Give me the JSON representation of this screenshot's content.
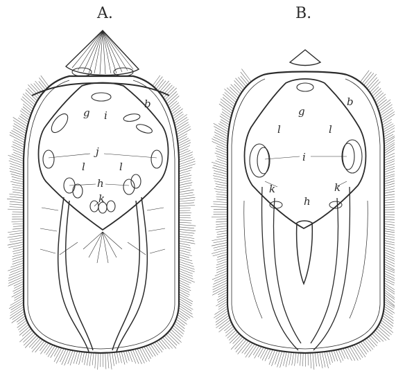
{
  "figures": [
    {
      "id": "A",
      "title": "A.",
      "labels": [
        "b",
        "g",
        "i",
        "j",
        "h",
        "k",
        "l",
        "l"
      ]
    },
    {
      "id": "B",
      "title": "B.",
      "labels": [
        "b",
        "g",
        "l",
        "l",
        "i",
        "k",
        "k",
        "h"
      ]
    }
  ],
  "colors": {
    "ink": "#2b2b2b",
    "paper": "#ffffff"
  }
}
